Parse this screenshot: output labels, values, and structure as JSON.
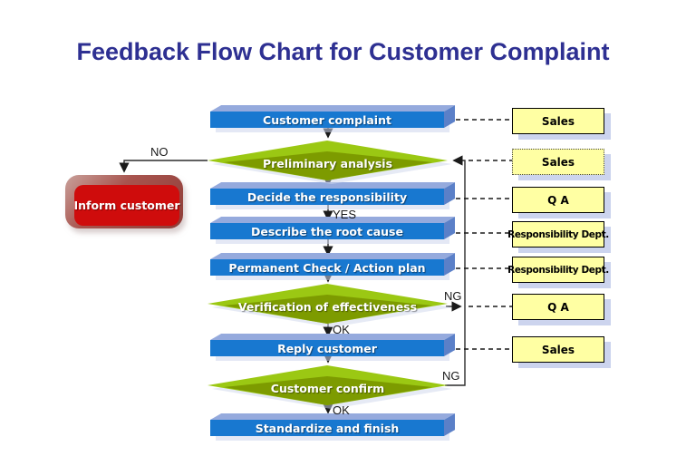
{
  "title": "Feedback Flow Chart for Customer Complaint",
  "flow": {
    "steps": [
      {
        "id": "customer-complaint",
        "type": "process",
        "label": "Customer complaint"
      },
      {
        "id": "preliminary-analysis",
        "type": "decision",
        "label": "Preliminary analysis"
      },
      {
        "id": "decide-responsibility",
        "type": "process",
        "label": "Decide the responsibility"
      },
      {
        "id": "describe-root-cause",
        "type": "process",
        "label": "Describe the root cause"
      },
      {
        "id": "permanent-check",
        "type": "process",
        "label": "Permanent Check / Action plan"
      },
      {
        "id": "verification",
        "type": "decision",
        "label": "Verification of effectiveness"
      },
      {
        "id": "reply-customer",
        "type": "process",
        "label": "Reply customer"
      },
      {
        "id": "customer-confirm",
        "type": "decision",
        "label": "Customer confirm"
      },
      {
        "id": "standardize-finish",
        "type": "process",
        "label": "Standardize and finish"
      }
    ],
    "terminal": {
      "label": "Inform customer"
    },
    "edge_labels": {
      "no": "NO",
      "yes": "YES",
      "ok_verification": "OK",
      "ok_confirm": "OK",
      "ng_verification": "NG",
      "ng_confirm": "NG"
    }
  },
  "owners": [
    {
      "label": "Sales",
      "border": "solid"
    },
    {
      "label": "Sales",
      "border": "dotted"
    },
    {
      "label": "Q A",
      "border": "solid"
    },
    {
      "label": "Responsibility Dept.",
      "border": "solid"
    },
    {
      "label": "Responsibility Dept.",
      "border": "solid"
    },
    {
      "label": "Q A",
      "border": "solid"
    },
    {
      "label": "Sales",
      "border": "solid"
    }
  ],
  "colors": {
    "title": "#2e3092",
    "process_face": "#1878d0",
    "process_top_bevel": "#95aadd",
    "process_side_bevel": "#5b80c8",
    "decision_light_green": "#9bc813",
    "decision_dark_green": "#7d9b00",
    "terminal_red": "#cf0c0c",
    "terminal_bevel": "#a8544e",
    "owner_fill": "#ffffa3",
    "owner_shadow": "#ccd4ee",
    "connector": "#2b2b2b"
  }
}
